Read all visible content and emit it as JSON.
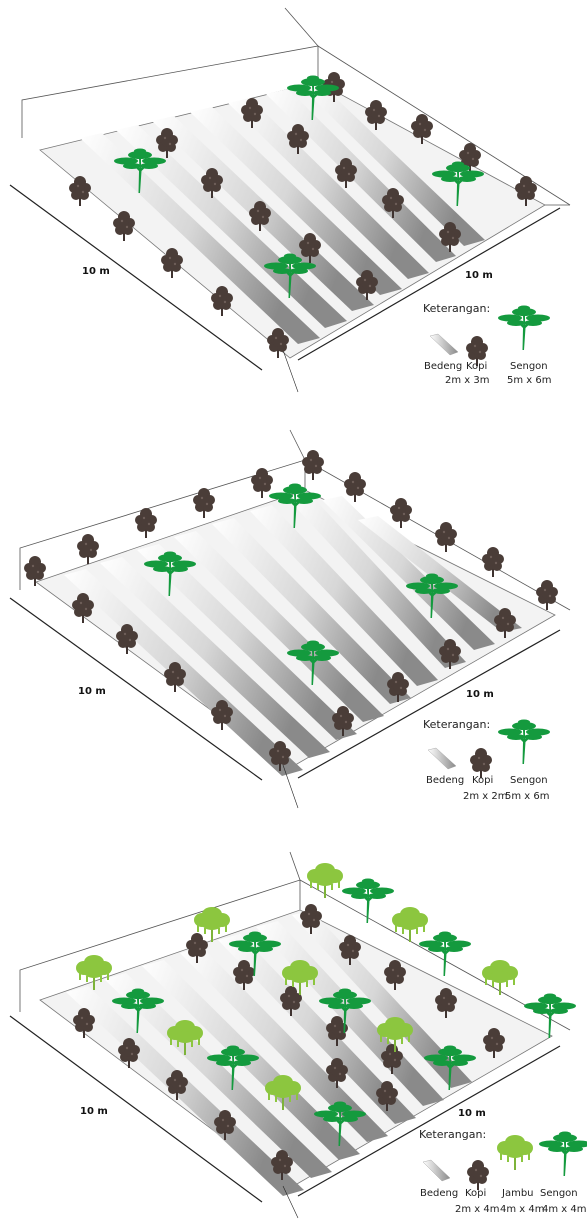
{
  "colors": {
    "kopi": "#4a3d38",
    "sengon": "#149a3e",
    "jambu": "#8cc63f",
    "bed_dark": "#8f8f8f",
    "bed_light": "#ffffff",
    "frame": "#555555"
  },
  "icons": {
    "kopi": "coffee-tree-icon",
    "sengon": "sengon-tree-icon",
    "jambu": "guava-tree-icon",
    "bedeng": "raised-bed-icon"
  },
  "panels": [
    {
      "id": "panel-1",
      "dim_left": "10 m",
      "dim_right": "10 m",
      "legend": {
        "title": "Keterangan:",
        "items": [
          {
            "kind": "bedeng",
            "label": "Bedeng",
            "spacing": ""
          },
          {
            "kind": "kopi",
            "label": "Kopi",
            "spacing": "2m x 3m"
          },
          {
            "kind": "sengon",
            "label": "Sengon",
            "spacing": "5m x 6m"
          }
        ]
      }
    },
    {
      "id": "panel-2",
      "dim_left": "10 m",
      "dim_right": "10 m",
      "legend": {
        "title": "Keterangan:",
        "items": [
          {
            "kind": "bedeng",
            "label": "Bedeng",
            "spacing": ""
          },
          {
            "kind": "kopi",
            "label": "Kopi",
            "spacing": "2m x 2m"
          },
          {
            "kind": "sengon",
            "label": "Sengon",
            "spacing": "5m x 6m"
          }
        ]
      }
    },
    {
      "id": "panel-3",
      "dim_left": "10 m",
      "dim_right": "10 m",
      "legend": {
        "title": "Keterangan:",
        "items": [
          {
            "kind": "bedeng",
            "label": "Bedeng",
            "spacing": ""
          },
          {
            "kind": "kopi",
            "label": "Kopi",
            "spacing": "2m x 4m"
          },
          {
            "kind": "jambu",
            "label": "Jambu",
            "spacing": "4m x 4m"
          },
          {
            "kind": "sengon",
            "label": "Sengon",
            "spacing": "4m x 4m"
          }
        ]
      }
    }
  ]
}
